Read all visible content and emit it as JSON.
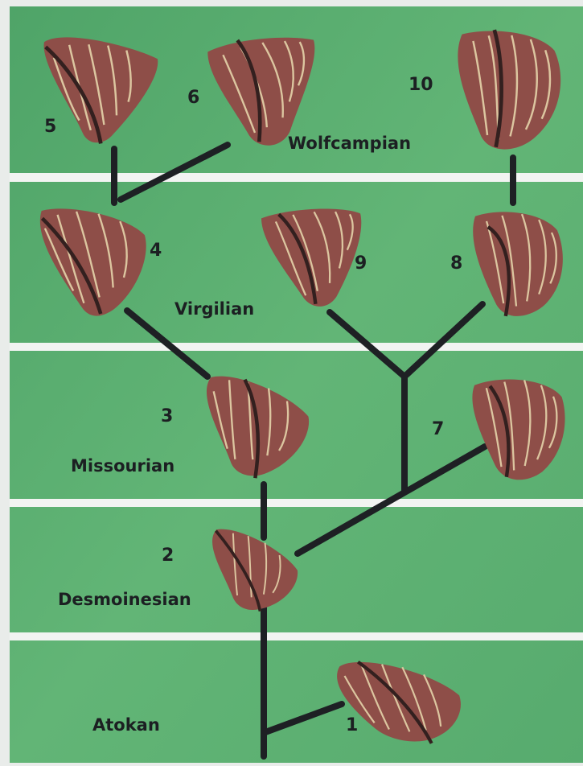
{
  "diagram": {
    "stages": [
      {
        "id": "wolfcampian",
        "label": "Wolfcampian"
      },
      {
        "id": "virgilian",
        "label": "Virgilian"
      },
      {
        "id": "missourian",
        "label": "Missourian"
      },
      {
        "id": "desmoinesian",
        "label": "Desmoinesian"
      },
      {
        "id": "atokan",
        "label": "Atokan"
      }
    ],
    "specimens": [
      {
        "id": "s1",
        "label": "1"
      },
      {
        "id": "s2",
        "label": "2"
      },
      {
        "id": "s3",
        "label": "3"
      },
      {
        "id": "s4",
        "label": "4"
      },
      {
        "id": "s5",
        "label": "5"
      },
      {
        "id": "s6",
        "label": "6"
      },
      {
        "id": "s7",
        "label": "7"
      },
      {
        "id": "s8",
        "label": "8"
      },
      {
        "id": "s9",
        "label": "9"
      },
      {
        "id": "s10",
        "label": "10"
      }
    ],
    "branches": [
      {
        "from": "1",
        "to": "2"
      },
      {
        "from": "2",
        "to": "3"
      },
      {
        "from": "3",
        "to": "4"
      },
      {
        "from": "4",
        "to": "5"
      },
      {
        "from": "4",
        "to": "6"
      },
      {
        "from": "2",
        "to": "7"
      },
      {
        "from": "7",
        "to": "9"
      },
      {
        "from": "7",
        "to": "8"
      },
      {
        "from": "8",
        "to": "10"
      }
    ],
    "colors": {
      "band": "#5cb072",
      "separator": "#f2f4f2",
      "line": "#1e2024",
      "specimen_fill": "#8e4e48",
      "specimen_rib": "#dcc6a0",
      "specimen_midrib": "#33201f"
    }
  }
}
